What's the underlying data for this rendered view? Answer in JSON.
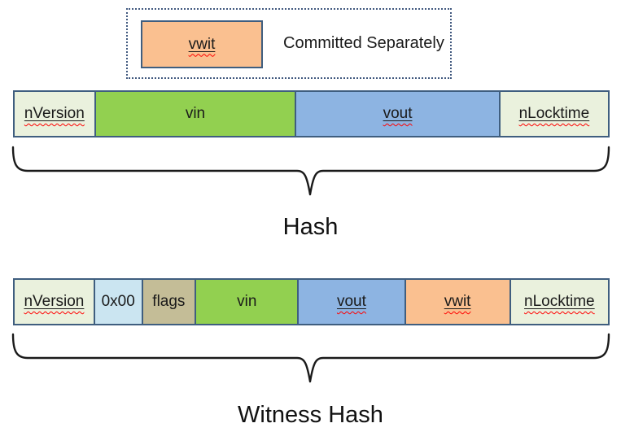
{
  "legend": {
    "swatch_label": "vwit",
    "caption": "Committed Separately"
  },
  "rows": {
    "hash_row": {
      "label": "Hash",
      "cells": [
        {
          "label": "nVersion",
          "color": "#eaf1dd",
          "misspelled": true,
          "flex": 99
        },
        {
          "label": "vin",
          "color": "#92d050",
          "misspelled": false,
          "flex": 248
        },
        {
          "label": "vout",
          "color": "#8db4e2",
          "misspelled": true,
          "flex": 252
        },
        {
          "label": "nLocktime",
          "color": "#eaf1dd",
          "misspelled": true,
          "flex": 134
        }
      ]
    },
    "witness_row": {
      "label": "Witness Hash",
      "cells": [
        {
          "label": "nVersion",
          "color": "#eaf1dd",
          "misspelled": true,
          "flex": 99
        },
        {
          "label": "0x00",
          "color": "#cbe5f1",
          "misspelled": false,
          "flex": 58
        },
        {
          "label": "flags",
          "color": "#c4bd97",
          "misspelled": false,
          "flex": 65
        },
        {
          "label": "vin",
          "color": "#92d050",
          "misspelled": false,
          "flex": 127
        },
        {
          "label": "vout",
          "color": "#8db4e2",
          "misspelled": true,
          "flex": 132
        },
        {
          "label": "vwit",
          "color": "#fac090",
          "misspelled": true,
          "flex": 130
        },
        {
          "label": "nLocktime",
          "color": "#eaf1dd",
          "misspelled": true,
          "flex": 122
        }
      ]
    }
  },
  "colors": {
    "box_border": "#3f5e7f",
    "legend_dotted_border": "#41597f",
    "pale_field": "#eaf1dd",
    "green_field": "#92d050",
    "blue_field": "#8db4e2",
    "orange_field": "#fac090",
    "lightblue_field": "#cbe5f1",
    "tan_field": "#c4bd97",
    "spellcheck_squiggle": "#ff0000",
    "brace_stroke": "#1a1a1a"
  }
}
